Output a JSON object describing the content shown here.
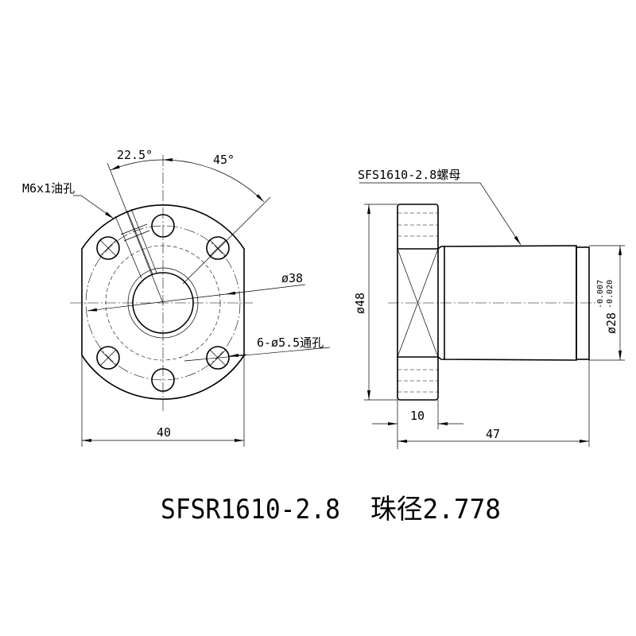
{
  "front_view": {
    "angle_small": "22.5°",
    "angle_large": "45°",
    "oil_hole_label": "M6x1油孔",
    "pitch_circle_dia": "ø38",
    "mount_holes_label": "6-ø5.5通孔",
    "width_dim": "40"
  },
  "side_view": {
    "part_label": "SFS1610-2.8螺母",
    "flange_dia": "ø48",
    "body_dia": "ø28",
    "tol_upper": "-0.007",
    "tol_lower": "-0.020",
    "flange_thickness": "10",
    "total_length": "47"
  },
  "caption": {
    "model": "SFSR1610-2.8",
    "ball_dia": "珠径2.778"
  }
}
